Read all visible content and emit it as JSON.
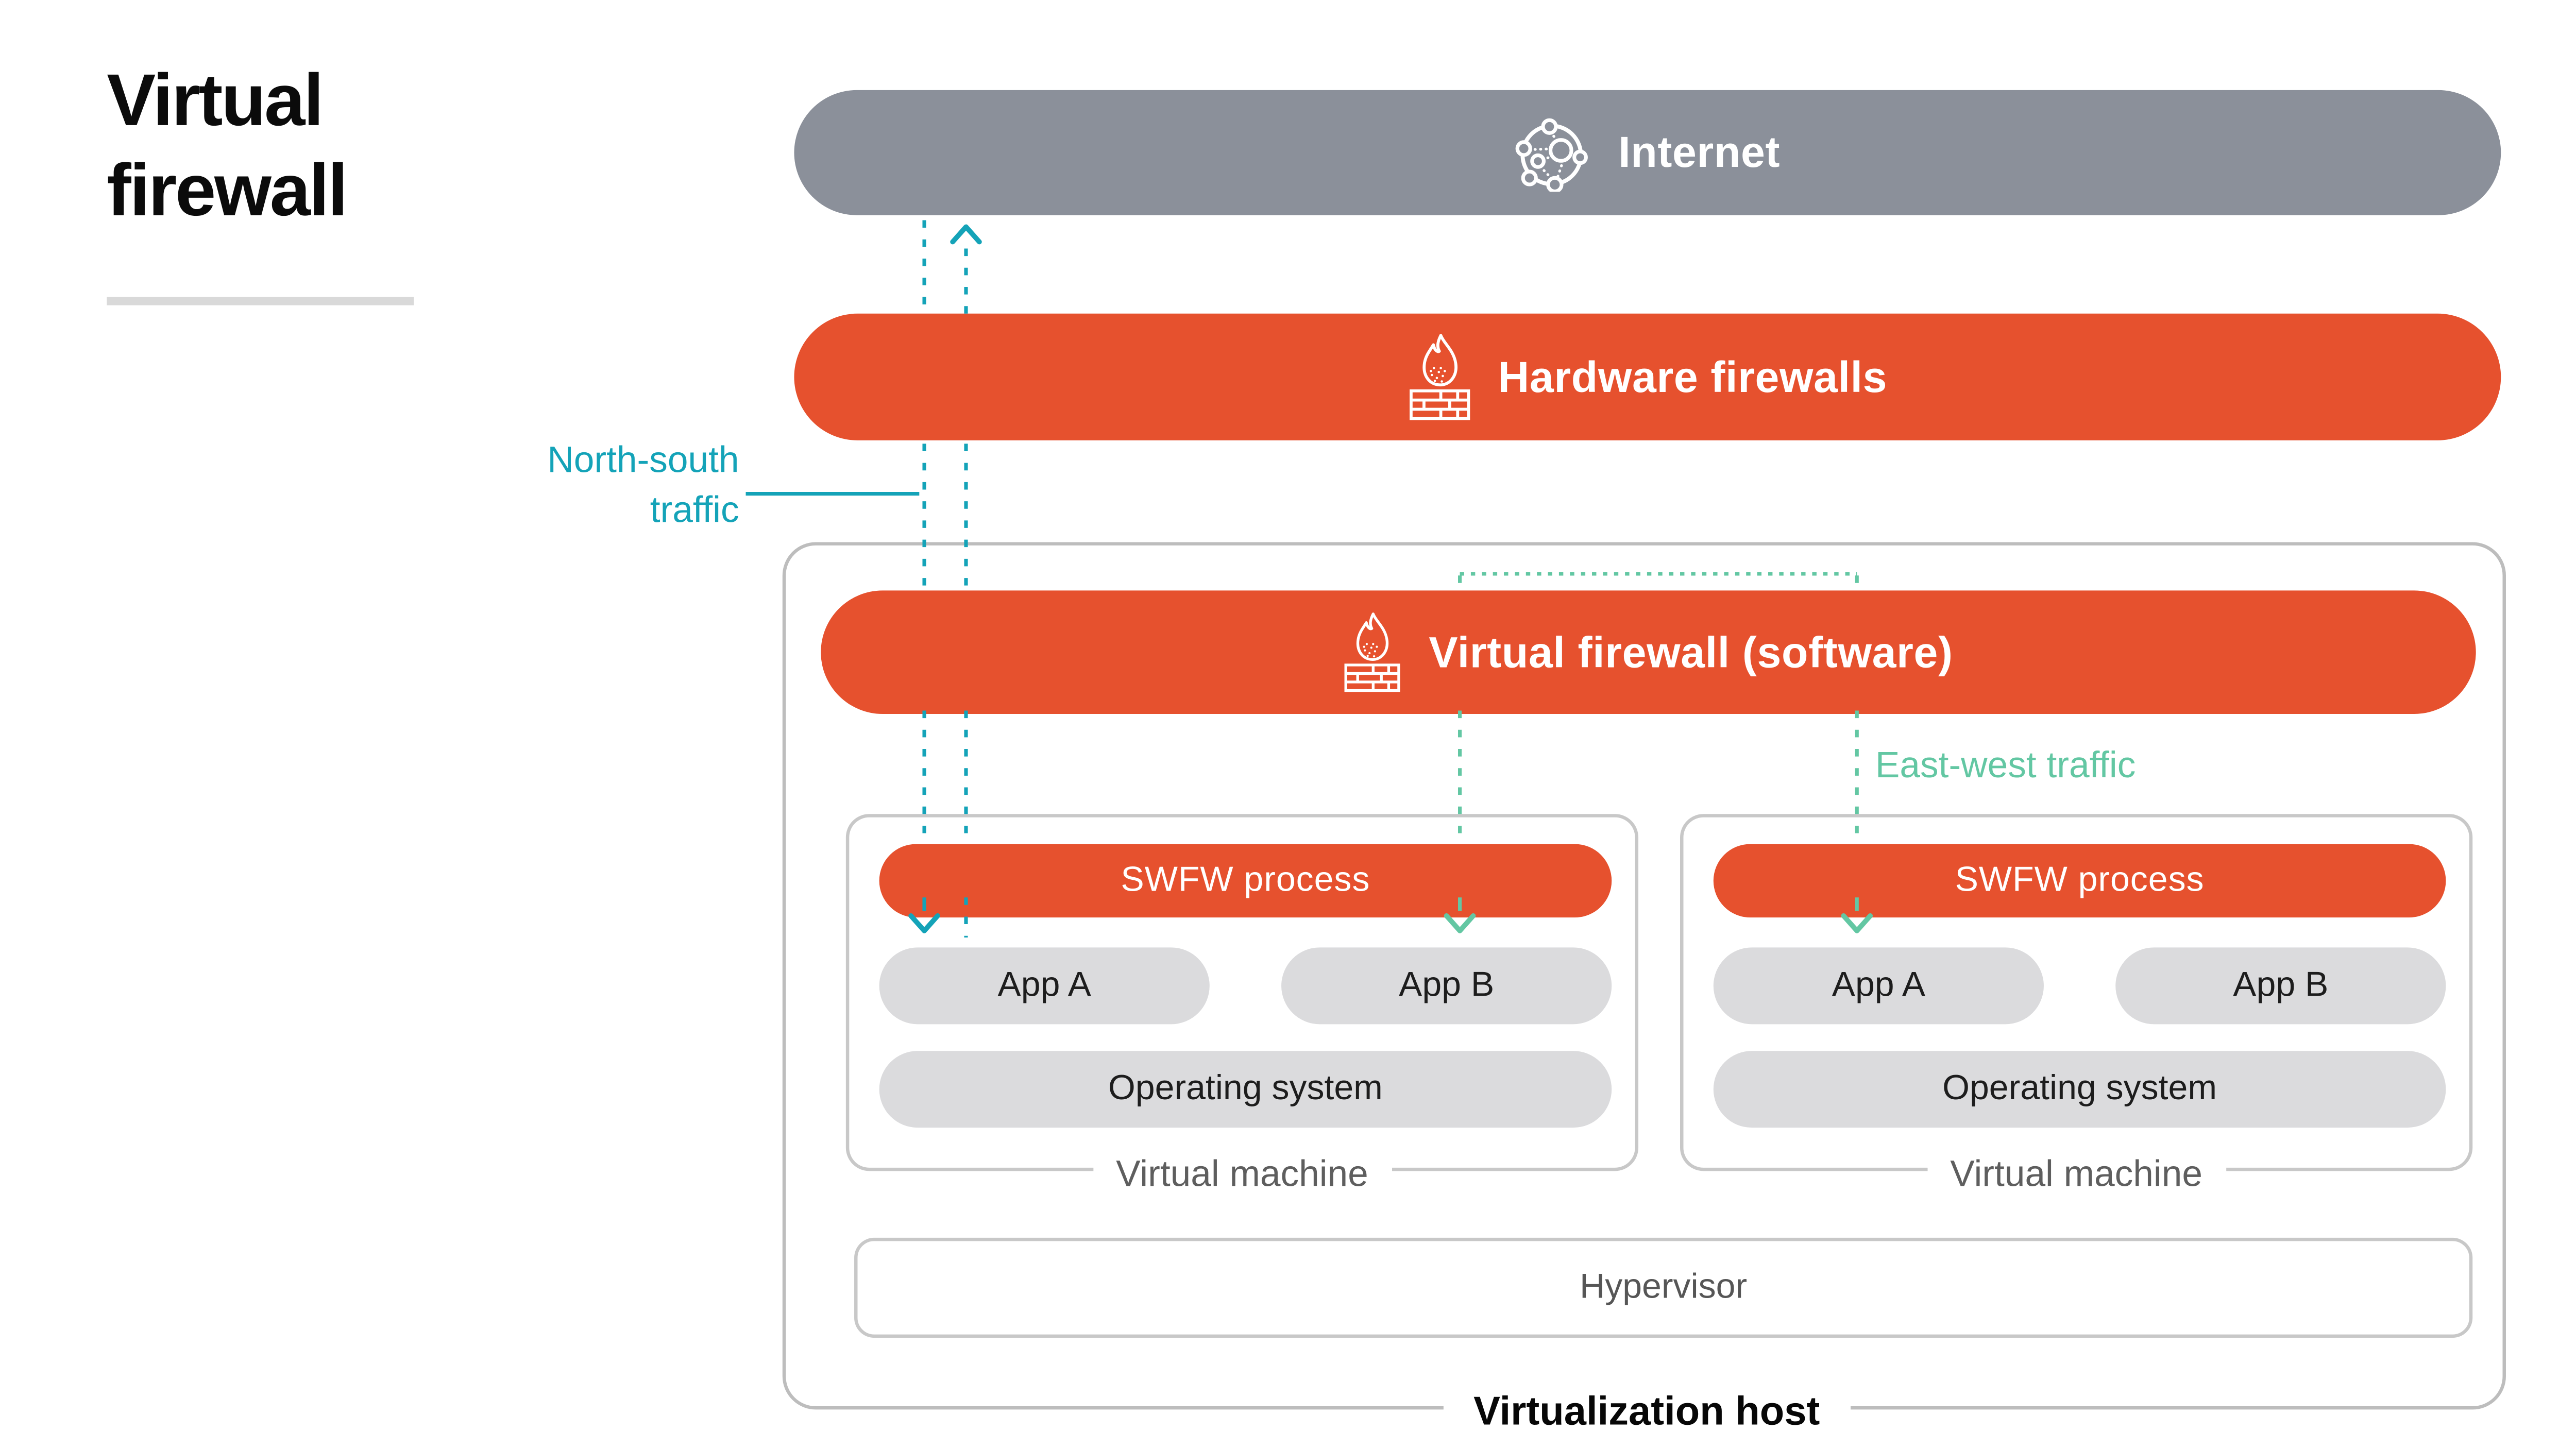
{
  "title": {
    "line1": "Virtual",
    "line2": "firewall"
  },
  "layers": {
    "internet": {
      "label": "Internet",
      "icon": "globe-network-icon",
      "bg": "#8B909A"
    },
    "hardware_firewalls": {
      "label": "Hardware firewalls",
      "icon": "fire-brickwall-icon",
      "bg": "#E6512E"
    },
    "virtual_firewall": {
      "label": "Virtual firewall (software)",
      "icon": "fire-brickwall-icon",
      "bg": "#E6512E"
    }
  },
  "traffic": {
    "north_south": {
      "line1": "North-south",
      "line2": "traffic",
      "color": "#14A3B8",
      "arrow_up": true,
      "arrow_down": true
    },
    "east_west": {
      "label": "East-west traffic",
      "color": "#63C7A3",
      "arrows_down": 2
    }
  },
  "virtualization_host": {
    "label": "Virtualization host",
    "hypervisor": "Hypervisor",
    "vms": [
      {
        "swfw": "SWFW process",
        "app_a": "App A",
        "app_b": "App B",
        "os": "Operating system",
        "label": "Virtual machine"
      },
      {
        "swfw": "SWFW process",
        "app_a": "App A",
        "app_b": "App B",
        "os": "Operating system",
        "label": "Virtual machine"
      }
    ]
  },
  "colors": {
    "orange": "#E6512E",
    "gray_bar": "#8B909A",
    "pill_gray": "#DBDBDD",
    "teal": "#14A3B8",
    "green": "#63C7A3",
    "border_gray": "#C8C8C8",
    "host_border": "#BDBDBD"
  }
}
